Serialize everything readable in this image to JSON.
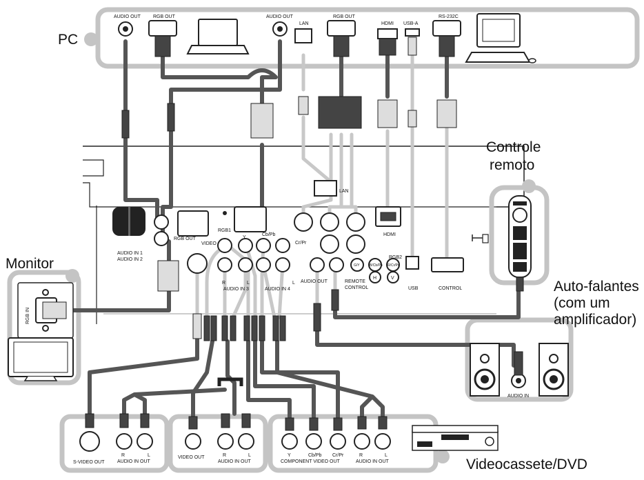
{
  "labels": {
    "pc": "PC",
    "monitor": "Monitor",
    "remote": [
      "Controle",
      "remoto"
    ],
    "speakers": [
      "Auto-falantes",
      "(com um",
      "amplificador)"
    ],
    "vcr": "Videocassete/DVD"
  },
  "pc_ports": {
    "audio_out_1": "AUDIO OUT",
    "rgb_out_1": "RGB OUT",
    "audio_out_2": "AUDIO OUT",
    "lan": "LAN",
    "rgb_out_2": "RGB OUT",
    "hdmi": "HDMI",
    "usb_a": "USB-A",
    "rs232c": "RS-232C"
  },
  "projector_ports": {
    "lan": "LAN",
    "rgb1": "RGB1",
    "rgb_out": "RGB OUT",
    "audio_in_1": "AUDIO IN 1",
    "audio_in_2": "AUDIO IN 2",
    "video": "VIDEO",
    "y": "Y",
    "cb_pb": "Cb/Pb",
    "cr_pr": "Cr/Pr",
    "hdmi": "HDMI",
    "rgb2": "RGB2",
    "g_y": "G/Y",
    "b_cb": "B/Cb/Pb",
    "r_cr": "R/Cr/Pr",
    "h": "H",
    "v": "V",
    "r": "R",
    "l": "L",
    "audio_in_3": "AUDIO IN 3",
    "audio_in_4": "AUDIO IN 4",
    "audio_out": "AUDIO OUT",
    "remote_control": [
      "REMOTE",
      "CONTROL"
    ],
    "usb": "USB",
    "control": "CONTROL"
  },
  "monitor_ports": {
    "rgb_in": "RGB IN"
  },
  "speaker_ports": {
    "audio_in": "AUDIO IN"
  },
  "vcr_ports": {
    "s_video_out": "S-VIDEO OUT",
    "r": "R",
    "l": "L",
    "audio_in_out": "AUDIO IN OUT",
    "video_out": "VIDEO OUT",
    "y": "Y",
    "cb_pb": "Cb/Pb",
    "cr_pr": "Cr/Pr",
    "component_video_out": "COMPONENT VIDEO OUT"
  }
}
